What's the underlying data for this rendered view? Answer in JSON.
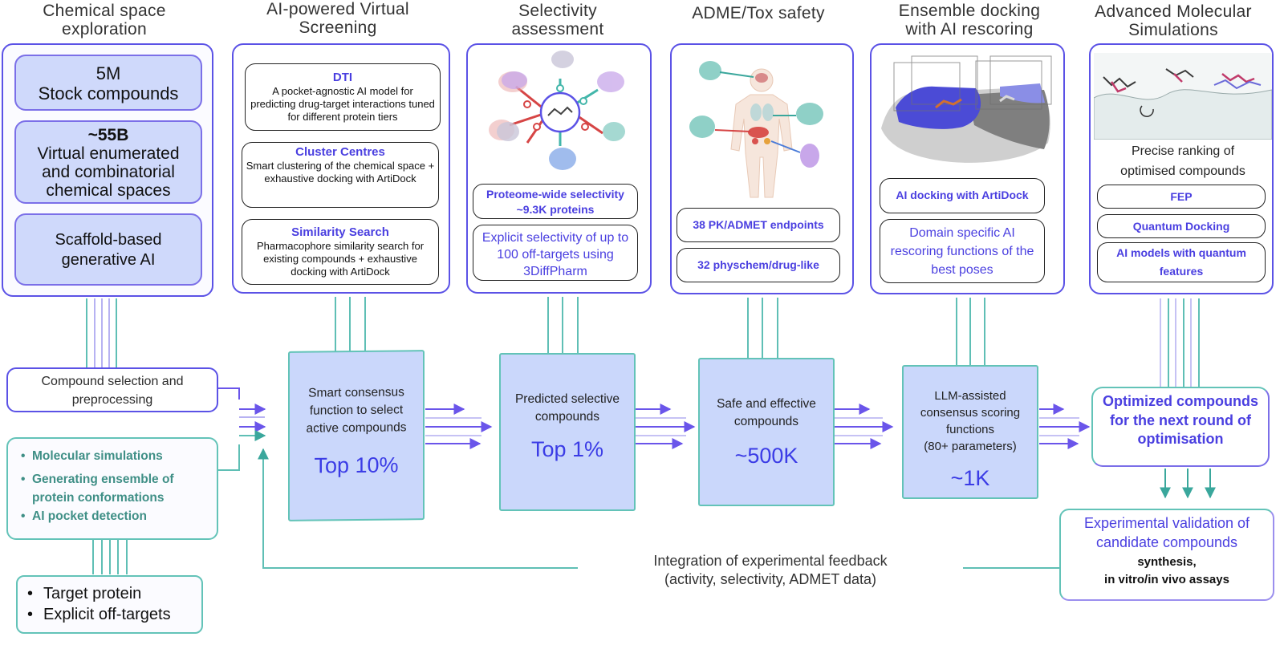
{
  "headers": {
    "chem": "Chemical space\nexploration",
    "vs": "AI-powered Virtual\nScreening",
    "sel": "Selectivity\nassessment",
    "adme": "ADME/Tox safety",
    "dock": "Ensemble docking\nwith AI rescoring",
    "sim": "Advanced Molecular\nSimulations"
  },
  "chem": {
    "box1": "5M\nStock compounds",
    "box2_title": "~55B",
    "box2_body": "Virtual enumerated\nand combinatorial\nchemical spaces",
    "box3": "Scaffold-based\ngenerative AI"
  },
  "vs": {
    "dti_title": "DTI",
    "dti_body": "A pocket-agnostic AI model for predicting drug-target interactions tuned for different protein tiers",
    "cluster_title": "Cluster Centres",
    "cluster_body": "Smart clustering of the chemical space + exhaustive docking with ArtiDock",
    "sim_title": "Similarity Search",
    "sim_body": "Pharmacophore similarity search for existing compounds  + exhaustive docking with ArtiDock"
  },
  "sel": {
    "proteome": "Proteome-wide selectivity\n~9.3K proteins",
    "explicit": "Explicit selectivity of up to 100 off-targets using 3DiffPharm"
  },
  "adme": {
    "pk": "38 PK/ADMET endpoints",
    "physchem": "32 physchem/drug-like"
  },
  "dock": {
    "artidock": "AI docking with ArtiDock",
    "rescoring": "Domain specific AI rescoring functions of the best poses"
  },
  "sim": {
    "ranking": "Precise ranking of\noptimised compounds",
    "fep": "FEP",
    "qdock": "Quantum Docking",
    "aiq": "AI models with quantum features"
  },
  "left": {
    "selection": "Compound selection and\npreprocessing",
    "items": [
      "Molecular simulations",
      "Generating ensemble of protein conformations",
      "AI pocket detection"
    ],
    "targets": [
      "Target protein",
      "Explicit off-targets"
    ]
  },
  "stages": [
    {
      "text": "Smart consensus function to select active compounds",
      "value": "Top 10%"
    },
    {
      "text": "Predicted selective compounds",
      "value": "Top 1%"
    },
    {
      "text": "Safe and effective compounds",
      "value": "~500K"
    },
    {
      "text": "LLM-assisted consensus scoring functions\n(80+ parameters)",
      "value": "~1K"
    }
  ],
  "optimized": "Optimized compounds for the next round of optimisation",
  "experimental": {
    "title": "Experimental validation of candidate compounds",
    "body": "synthesis,\nin vitro/in vivo assays"
  },
  "feedback": "Integration of experimental feedback\n(activity, selectivity, ADMET data)",
  "colors": {
    "blue": "#5b52e6",
    "teal": "#63c3b8",
    "stage_fill": "#cad7fb"
  }
}
